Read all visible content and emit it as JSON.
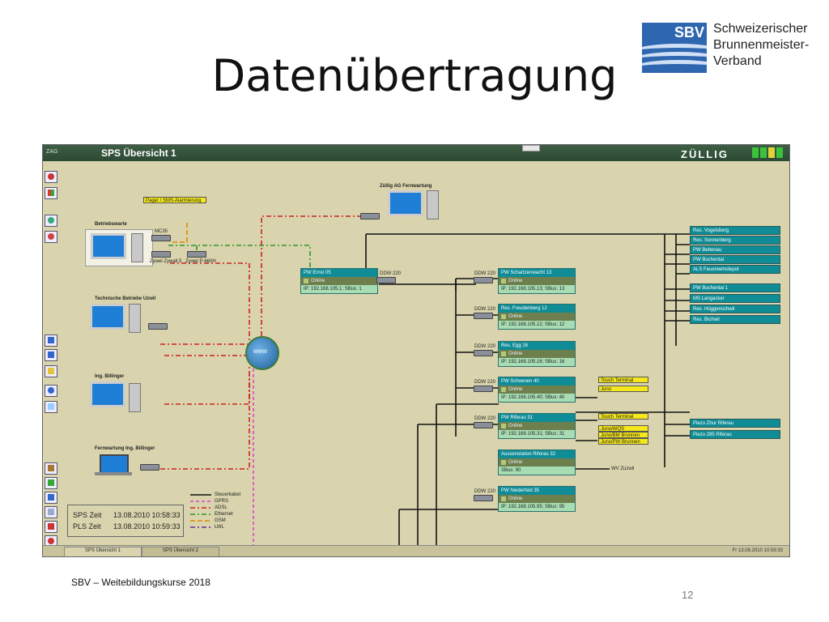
{
  "slide": {
    "title": "Datenübertragung",
    "footer": "SBV – Weitebildungskurse 2018",
    "page_number": "12"
  },
  "logo": {
    "abbr": "SBV",
    "line1": "Schweizerischer",
    "line2": "Brunnenmeister-",
    "line3": "Verband",
    "color": "#2f66b0"
  },
  "app": {
    "corner": "ZAG",
    "title": "SPS Übersicht 1",
    "brand": "ZÜLLIG",
    "tabs": [
      "SPS Übersicht 1",
      "SPS Übersicht 2"
    ],
    "status_date": "Fr 13.08.2010 10:59:33"
  },
  "stations": {
    "betriebswarte": "Betriebswarte",
    "mc35": "MC35",
    "zywall5": "Zywel Zywall 5",
    "p660h": "Zywel P-660H",
    "techn": "Technische Betriebe Uzwil",
    "billinger": "Ing. Billinger",
    "fern_billinger": "Fernwartung Ing. Billinger",
    "zuellig": "Züllig AG Fernwartung",
    "pager": "Pager / SMS-Alarmierung",
    "www": "WWW"
  },
  "sps_boxes": [
    {
      "name": "PW Ernst 05",
      "status": "Online",
      "ip": "IP: 192.168.105.1; SBus: 1"
    },
    {
      "name": "PW Schartzenwacht 13",
      "status": "Online",
      "ip": "IP: 192.168.105.13; SBus: 13"
    },
    {
      "name": "Res. Freudenberg 12",
      "status": "Online",
      "ip": "IP: 192.168.105.12; SBus: 12"
    },
    {
      "name": "Res. Egg 16",
      "status": "Online",
      "ip": "IP: 192.168.105.16; SBus: 16"
    },
    {
      "name": "PW Schoenen 40",
      "status": "Online",
      "ip": "IP: 192.168.105.40; SBus: 40"
    },
    {
      "name": "PW Riferau 31",
      "status": "Online",
      "ip": "IP: 192.168.105.31; SBus: 31"
    },
    {
      "name": "Aussenstation Riferau 32",
      "status": "Online",
      "ip": "SBus: 90"
    },
    {
      "name": "PW Niederfeld 35",
      "status": "Online",
      "ip": "IP: 192.168.105.95; SBus: 95"
    }
  ],
  "ddw": {
    "d1": "DDW 220",
    "d2": "DDW 220",
    "d3": "DDW 220",
    "d4": "DDW 220",
    "d5": "DDW 220",
    "d6": "DDW 220",
    "d7": "DDW 220"
  },
  "right_list_a": [
    "Res. Vogelsberg",
    "Res. Sonnenberg",
    "PW Bettenau",
    "PW Buchental",
    "ALS Feuerwehrdepot"
  ],
  "right_list_b": [
    "PW Buchental 1",
    "MS Langacker",
    "Res. Hüggenschwil",
    "Res. Bichwil"
  ],
  "right_list_c": [
    "Piezo Zhur Riferau",
    "Piezo 285 Riferau"
  ],
  "yellow_tags": {
    "touch1": "Touch Terminal",
    "juno1": "Juno",
    "touch2": "Touch Terminal",
    "juno_wqs": "Juno/WQS",
    "juno_bm": "Juno/BM Brunnen",
    "juno_pw": "Juno/PW Brunnen"
  },
  "wv_label": "WV Zuzwil",
  "legend": [
    {
      "label": "Steuerkabel",
      "color": "#111111",
      "style": "solid"
    },
    {
      "label": "GPRS",
      "color": "#e040d0",
      "style": "dashed"
    },
    {
      "label": "ADSL",
      "color": "#cc2222",
      "style": "dashdot"
    },
    {
      "label": "Ethernet",
      "color": "#2a9a2a",
      "style": "dashdot"
    },
    {
      "label": "GSM",
      "color": "#e08a00",
      "style": "dashed"
    },
    {
      "label": "LWL",
      "color": "#6a2a9a",
      "style": "dashdot"
    }
  ],
  "times": {
    "sps_label": "SPS Zeit",
    "sps_value": "13.08.2010 10:58:33",
    "pls_label": "PLS Zeit",
    "pls_value": "13.08.2010 10:59:33"
  }
}
